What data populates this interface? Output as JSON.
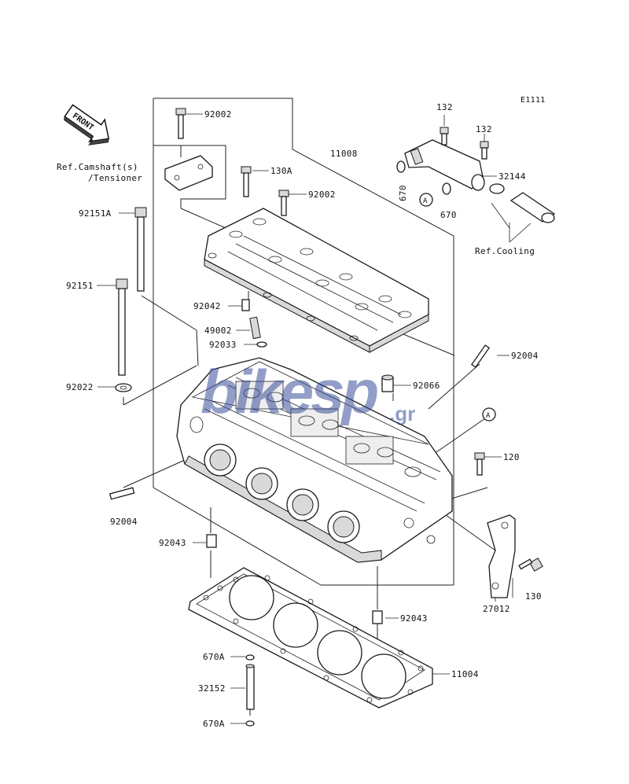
{
  "diagram_code": "E1111",
  "front_label": "FRONT",
  "watermark": {
    "text": "bikesp",
    "domain": ".gr",
    "color": "#3a4f9a"
  },
  "references": {
    "camshaft": "Ref.Camshaft(s)",
    "tensioner": "/Tensioner",
    "cooling": "Ref.Cooling"
  },
  "markers": {
    "circle_a": "A"
  },
  "part_labels": {
    "p92002_top": "92002",
    "p11008": "11008",
    "p132_a": "132",
    "p132_b": "132",
    "p32144": "32144",
    "p670_a": "670",
    "p670_b": "670",
    "p130A": "130A",
    "p92002_mid": "92002",
    "p92151A": "92151A",
    "p92151": "92151",
    "p92042": "92042",
    "p49002": "49002",
    "p92033": "92033",
    "p92004_r": "92004",
    "p92066": "92066",
    "p92022": "92022",
    "p120": "120",
    "p92004_l": "92004",
    "p92043_l": "92043",
    "p130": "130",
    "p27012": "27012",
    "p92043_r": "92043",
    "p670A_a": "670A",
    "p11004": "11004",
    "p32152": "32152",
    "p670A_b": "670A"
  }
}
